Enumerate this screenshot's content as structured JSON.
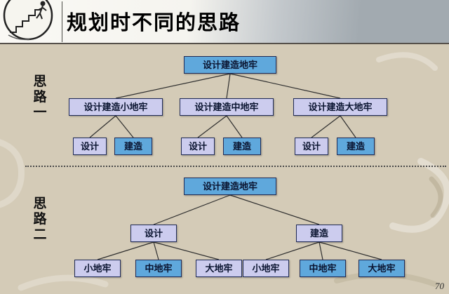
{
  "slide": {
    "title": "规划时不同的思路",
    "page_number": "70"
  },
  "sidebar": {
    "label_one": "思路一",
    "label_two": "思路二"
  },
  "icons": {
    "header_clipart": "figure-climbing-stairs-clipart"
  },
  "colors": {
    "box_blue": "#5FA8DC",
    "box_lavender": "#CCCCEE",
    "box_border": "#1F2A56",
    "bg_body": "#D4CBB7",
    "bg_header_gray": "#A2AAB0",
    "accent_line": "#55504A",
    "connector": "#2F2F2F"
  },
  "tree1": {
    "root": "设计建造地牢",
    "level2": [
      "设计建造小地牢",
      "设计建造中地牢",
      "设计建造大地牢"
    ],
    "level3": [
      "设计",
      "建造",
      "设计",
      "建造",
      "设计",
      "建造"
    ]
  },
  "tree2": {
    "root": "设计建造地牢",
    "level2": [
      "设计",
      "建造"
    ],
    "level3": [
      "小地牢",
      "中地牢",
      "大地牢",
      "小地牢",
      "中地牢",
      "大地牢"
    ]
  }
}
